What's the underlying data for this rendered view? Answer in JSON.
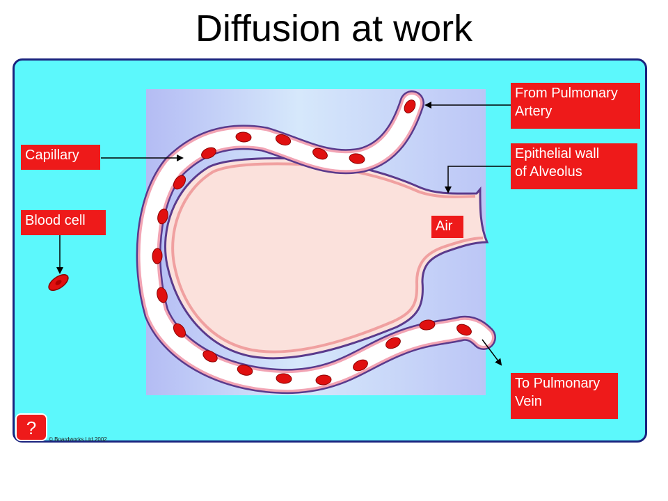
{
  "title": "Diffusion at work",
  "labels": {
    "capillary": "Capillary",
    "blood_cell": "Blood cell",
    "from_artery_line1": "From Pulmonary",
    "from_artery_line2": "Artery",
    "epithelial_line1": "Epithelial wall",
    "epithelial_line2": "of Alveolus",
    "air": "Air",
    "to_vein_line1": "To Pulmonary",
    "to_vein_line2": "Vein"
  },
  "help_button": "?",
  "copyright": "© Boardworks Ltd 2002",
  "colors": {
    "panel": "#5cf8fc",
    "panel_border": "#1a237e",
    "label_bg": "#ee1a1a",
    "alveolus_fill": "#fbe1dc",
    "blood_cell": "#e01010",
    "vessel_wall": "#5a3a8c"
  }
}
